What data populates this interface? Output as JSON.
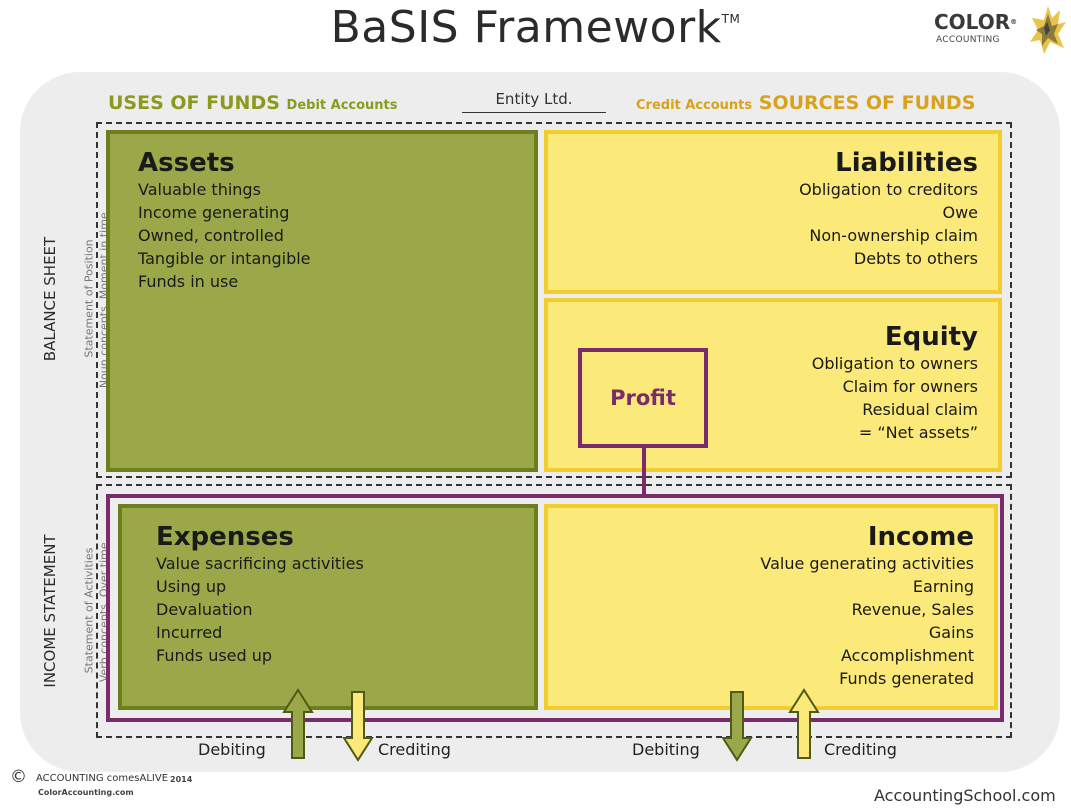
{
  "header": {
    "title": "BaSIS Framework",
    "trademark": "TM",
    "logo_text": "COLOR",
    "logo_trademark": "®",
    "logo_subtext": "ACCOUNTING",
    "logo_icon": "color-accounting-logo-icon"
  },
  "columns": {
    "uses_title": "USES OF FUNDS",
    "uses_sub": "Debit Accounts",
    "entity": "Entity Ltd.",
    "sources_sub": "Credit Accounts",
    "sources_title": "SOURCES OF FUNDS"
  },
  "balance_sheet": {
    "label": "BALANCE SHEET",
    "sub1": "Statement of Position",
    "sub2": "Noun concepts. Moment in time."
  },
  "income_statement": {
    "label": "INCOME STATEMENT",
    "sub1": "Statement of Activities",
    "sub2": "Verb concepts. Over time."
  },
  "assets": {
    "title": "Assets",
    "items": [
      "Valuable things",
      "Income generating",
      "Owned, controlled",
      "Tangible or intangible",
      "Funds in use"
    ]
  },
  "liabilities": {
    "title": "Liabilities",
    "items": [
      "Obligation to creditors",
      "Owe",
      "Non-ownership claim",
      "Debts to others"
    ]
  },
  "equity": {
    "title": "Equity",
    "items": [
      "Obligation to owners",
      "Claim for owners",
      "Residual claim",
      "= “Net assets”"
    ]
  },
  "profit": {
    "label": "Profit"
  },
  "expenses": {
    "title": "Expenses",
    "items": [
      "Value sacrificing activities",
      "Using up",
      "Devaluation",
      "Incurred",
      "Funds used up"
    ]
  },
  "income": {
    "title": "Income",
    "items": [
      "Value generating activities",
      "Earning",
      "Revenue, Sales",
      "Gains",
      "Accomplishment",
      "Funds generated"
    ]
  },
  "flows": {
    "exp_debit": "Debiting",
    "exp_credit": "Crediting",
    "inc_debit": "Debiting",
    "inc_credit": "Crediting"
  },
  "footer": {
    "copyright": "©",
    "brand": "ACCOUNTING comesALIVE",
    "year": "2014",
    "brand_url": "ColorAccounting.com",
    "site": "AccountingSchool.com"
  },
  "colors": {
    "debit_green": "#9aa84a",
    "credit_yellow": "#fbe97a",
    "profit_purple": "#7a2b6a"
  }
}
